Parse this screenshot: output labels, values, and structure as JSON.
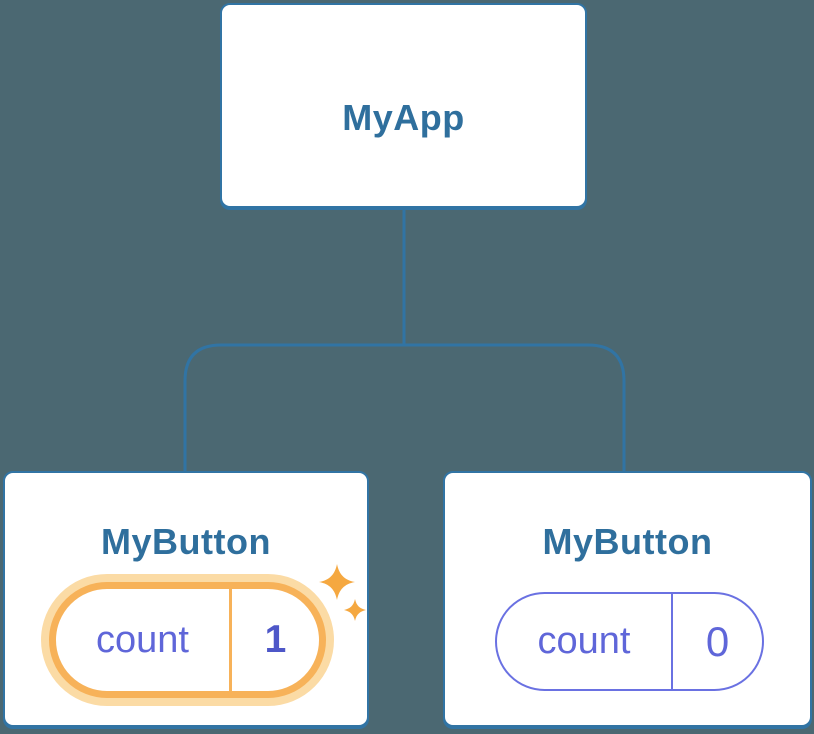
{
  "tree": {
    "type": "component-tree",
    "background_color": "#4B6872",
    "connector_color": "#3174A4",
    "root": {
      "label": "MyApp"
    },
    "children": [
      {
        "label": "MyButton",
        "state": {
          "key": "count",
          "value": "1",
          "highlighted": true
        },
        "decoration": "sparkles-icon"
      },
      {
        "label": "MyButton",
        "state": {
          "key": "count",
          "value": "0",
          "highlighted": false
        }
      }
    ],
    "colors": {
      "node_fill": "#FFFFFF",
      "node_border": "#3174A4",
      "node_title": "#2F6F9D",
      "state_text": "#5F66D9",
      "state_value_highlight": "#4E57C8",
      "state_border": "#6A71E2",
      "highlight_orange": "#F7B259",
      "highlight_halo": "#FBDBA5",
      "sparkle": "#F5A840"
    }
  }
}
